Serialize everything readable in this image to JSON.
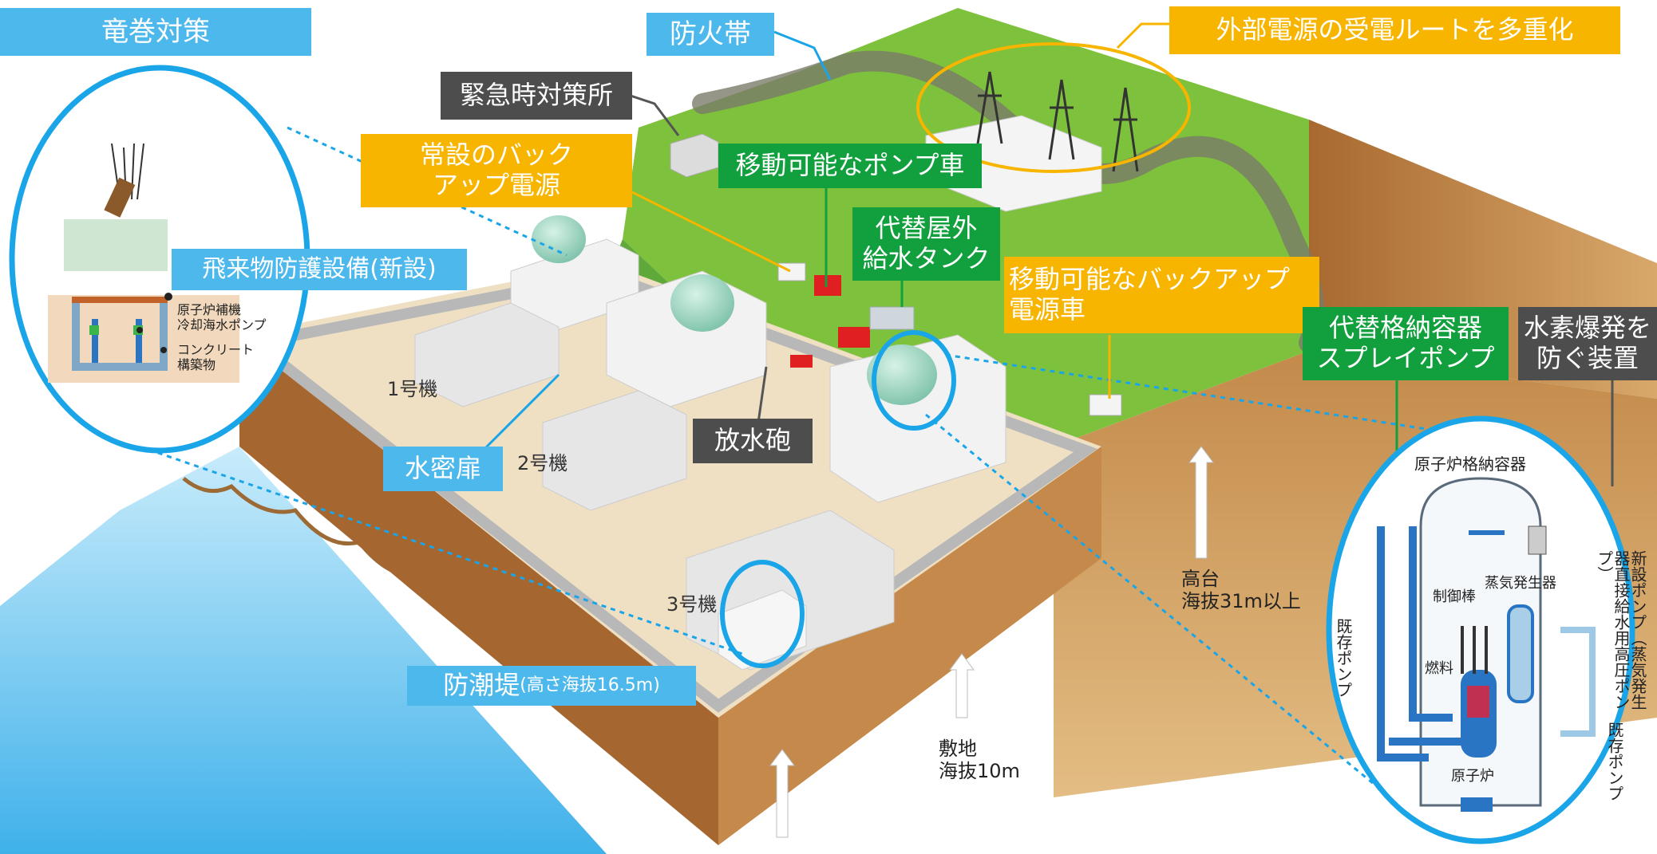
{
  "labels": {
    "tornado": "竜巻対策",
    "firebreak": "防火帯",
    "external_power": "外部電源の受電ルートを多重化",
    "emergency_center": "緊急時対策所",
    "backup_power": "常設のバック\nアップ電源",
    "mobile_pump": "移動可能なポンプ車",
    "alt_water_tank": "代替屋外\n給水タンク",
    "mobile_backup_power": "移動可能なバックアップ\n電源車",
    "flying_object": "飛来物防護設備(新設)",
    "alt_containment_spray": "代替格納容器\nスプレイポンプ",
    "hydrogen_device": "水素爆発を\n防ぐ装置",
    "watertight_door": "水密扉",
    "water_cannon": "放水砲",
    "seawall": "防潮堤",
    "seawall_detail": "(高さ海抜16.5m)",
    "unit1": "1号機",
    "unit2": "2号機",
    "unit3": "3号機",
    "plateau": "高台\n海抜31m以上",
    "site": "敷地\n海抜10m"
  },
  "tornado_inset": {
    "aux_cooling_pump": "原子炉補機\n冷却海水ポンプ",
    "concrete": "コンクリート\n構築物"
  },
  "reactor_inset": {
    "containment": "原子炉格納容器",
    "control_rod": "制御棒",
    "steam_generator": "蒸気発生器",
    "fuel": "燃料",
    "reactor": "原子炉",
    "existing_pump_left": "既存ポンプ",
    "new_pump": "新設ポンプ（蒸気発生器直接給水用高圧ポンプ）",
    "existing_pump_right": "既存ポンプ"
  },
  "colors": {
    "callout_blue": "#4db8ec",
    "callout_orange": "#f7b500",
    "callout_green": "#12a03e",
    "callout_dark": "#4d4d4d",
    "grass": "#7ec13c",
    "soil": "#a8692f",
    "sea": "#5fc1ee",
    "piping": "#2a74c4"
  }
}
